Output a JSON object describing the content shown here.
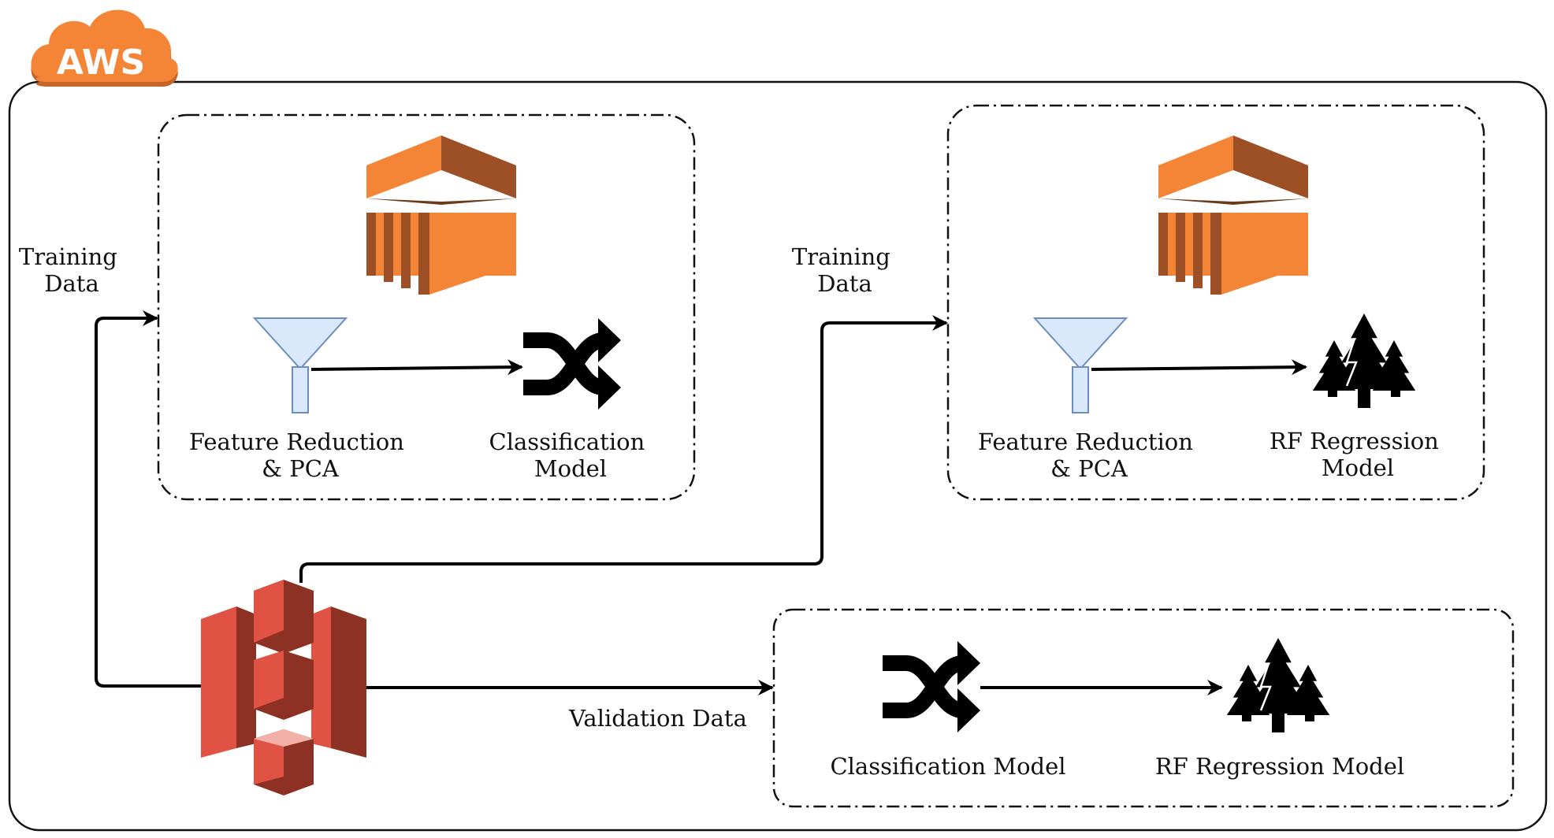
{
  "cloud": {
    "label": "AWS",
    "color": "#f58536"
  },
  "panels": {
    "top_left": {
      "input_label": [
        "Training",
        "Data"
      ],
      "filter_label": [
        "Feature Reduction",
        "& PCA"
      ],
      "model_label": [
        "Classification",
        "Model"
      ],
      "compute_icon": "ec2-compute-icon",
      "filter_icon": "funnel-icon",
      "model_icon": "shuffle-icon"
    },
    "top_right": {
      "input_label": [
        "Training",
        "Data"
      ],
      "filter_label": [
        "Feature Reduction",
        "& PCA"
      ],
      "model_label": [
        "RF Regression",
        "Model"
      ],
      "compute_icon": "ec2-compute-icon",
      "filter_icon": "funnel-icon",
      "model_icon": "forest-icon"
    },
    "bottom": {
      "input_label": "Validation Data",
      "classification_label": "Classification Model",
      "regression_label": "RF Regression Model",
      "classification_icon": "shuffle-icon",
      "regression_icon": "forest-icon"
    }
  },
  "storage": {
    "icon": "s3-bucket-icon",
    "color": "#e05243"
  },
  "colors": {
    "compute_light": "#f58536",
    "compute_dark": "#9d5025",
    "compute_mid": "#6b3a19",
    "funnel_fill": "#dae8fc",
    "funnel_stroke": "#6c8ebf",
    "s3_light": "#e05243",
    "s3_dark": "#8c3123",
    "s3_top": "#f2b0a9"
  }
}
